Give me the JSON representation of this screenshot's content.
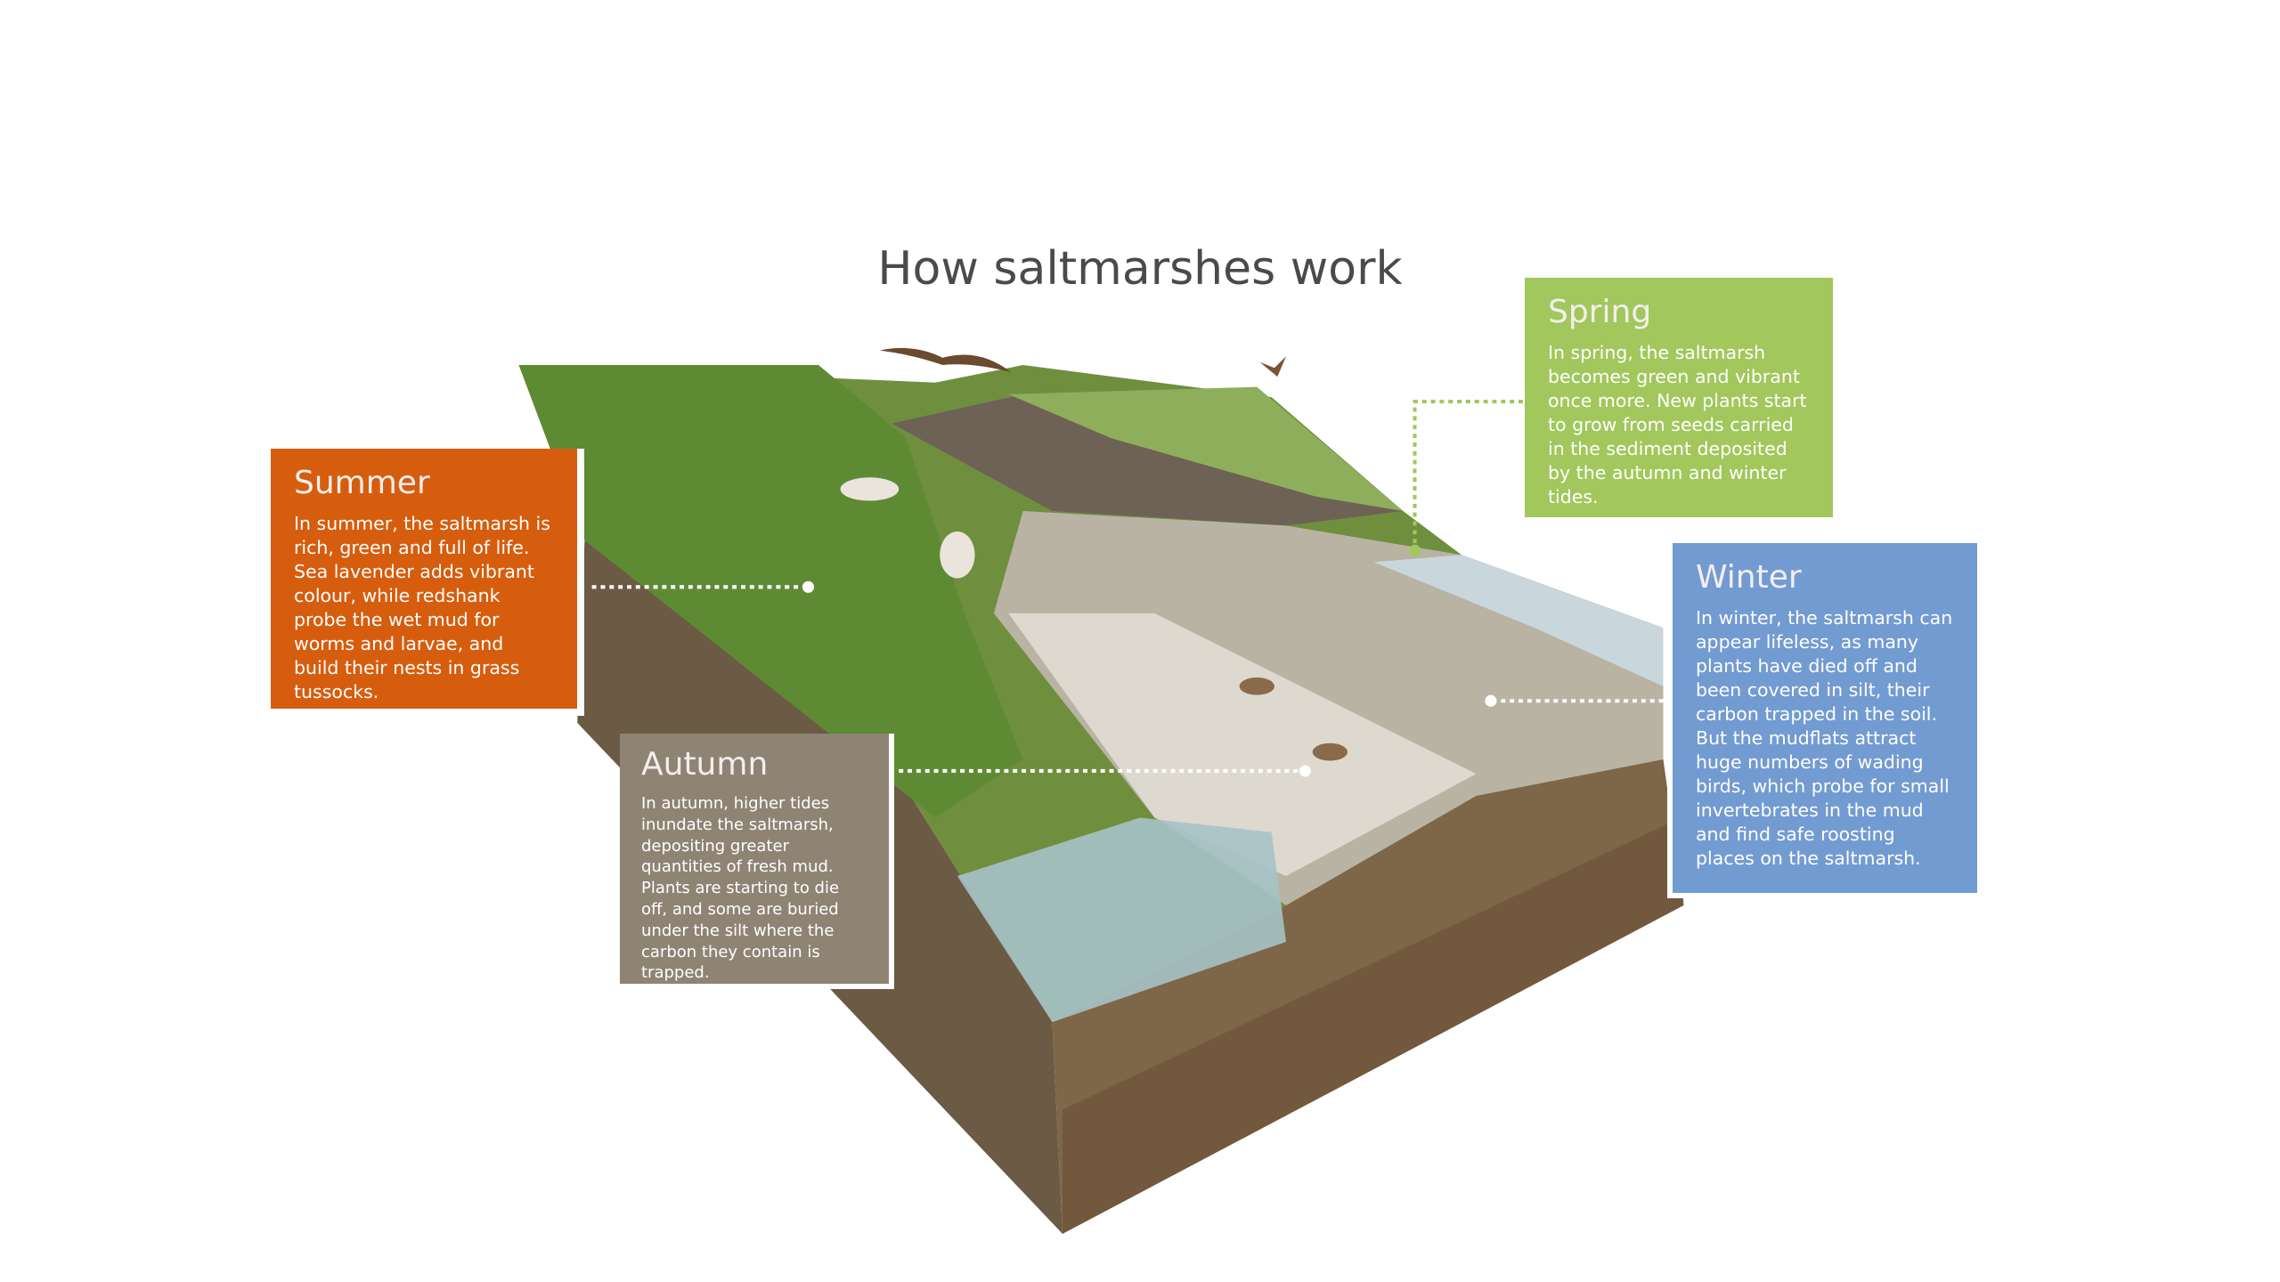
{
  "title": "How saltmarshes work",
  "seasons": {
    "summer": {
      "heading": "Summer",
      "text": "In summer, the saltmarsh is rich, green and full of life. Sea lavender adds vibrant colour, while redshank probe the wet mud for worms and larvae, and build their nests in grass tussocks.",
      "color": "#d65d0e"
    },
    "autumn": {
      "heading": "Autumn",
      "text": "In autumn, higher tides inundate the saltmarsh, depositing greater quantities of fresh mud. Plants are starting to die off, and some are buried under the silt where the carbon they contain is trapped.",
      "color": "#8f8374"
    },
    "spring": {
      "heading": "Spring",
      "text": "In spring, the saltmarsh becomes green and vibrant once more. New plants start to grow from seeds carried in the sediment deposited by the autumn and winter tides.",
      "color": "#a2c75c"
    },
    "winter": {
      "heading": "Winter",
      "text": "In winter, the saltmarsh can appear lifeless, as many plants have died off and been covered in silt, their carbon trapped in the soil. But the mudflats attract huge numbers of wading birds, which probe for small invertebrates in the mud and find safe roosting places on the saltmarsh.",
      "color": "#729bd2"
    }
  }
}
